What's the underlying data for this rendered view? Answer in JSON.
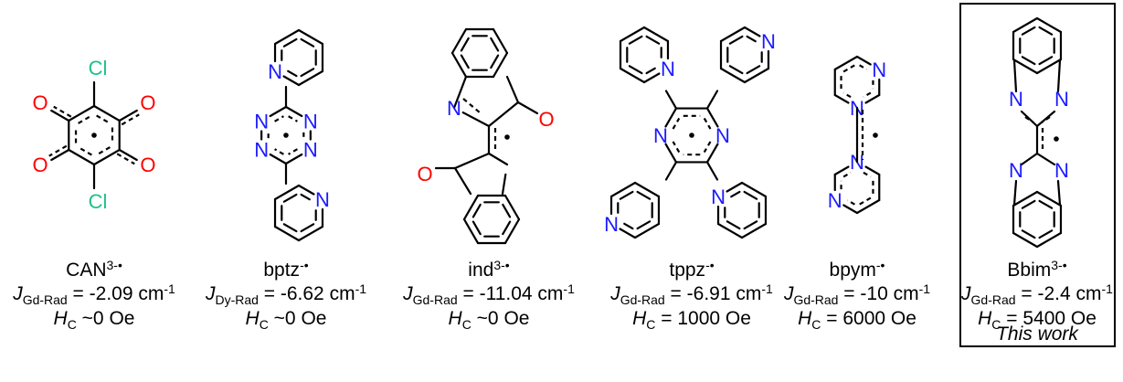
{
  "colors": {
    "N": "#1a1aff",
    "O": "#ff0000",
    "Cl": "#1fbf8a",
    "bond": "#000000"
  },
  "atoms": {
    "N": "N",
    "O": "O",
    "Cl": "Cl"
  },
  "compounds": [
    {
      "name": "CAN",
      "charge": "3-•",
      "j_sym": "J",
      "j_sub": "Gd-Rad",
      "j_val": " = -2.09 cm",
      "j_unit_sup": "-1",
      "h_sym": "H",
      "h_sub": "C",
      "h_val": " ~0 Oe"
    },
    {
      "name": "bptz",
      "charge": "-•",
      "j_sym": "J",
      "j_sub": "Dy-Rad",
      "j_val": " = -6.62 cm",
      "j_unit_sup": "-1",
      "h_sym": "H",
      "h_sub": "C",
      "h_val": " ~0 Oe"
    },
    {
      "name": "ind",
      "charge": "3-•",
      "j_sym": "J",
      "j_sub": "Gd-Rad",
      "j_val": " = -11.04 cm",
      "j_unit_sup": "-1",
      "h_sym": "H",
      "h_sub": "C",
      "h_val": " ~0 Oe"
    },
    {
      "name": "tppz",
      "charge": "-•",
      "j_sym": "J",
      "j_sub": "Gd-Rad",
      "j_val": " = -6.91 cm",
      "j_unit_sup": "-1",
      "h_sym": "H",
      "h_sub": "C",
      "h_val": " = 1000 Oe"
    },
    {
      "name": "bpym",
      "charge": "-•",
      "j_sym": "J",
      "j_sub": "Gd-Rad",
      "j_val": " = -10 cm",
      "j_unit_sup": "-1",
      "h_sym": "H",
      "h_sub": "C",
      "h_val": " = 6000 Oe"
    },
    {
      "name": "Bbim",
      "charge": "3-•",
      "j_sym": "J",
      "j_sub": "Gd-Rad",
      "j_val": " = -2.4 cm",
      "j_unit_sup": "-1",
      "h_sym": "H",
      "h_sub": "C",
      "h_val": " = 5400 Oe"
    }
  ],
  "box_note": "This work"
}
